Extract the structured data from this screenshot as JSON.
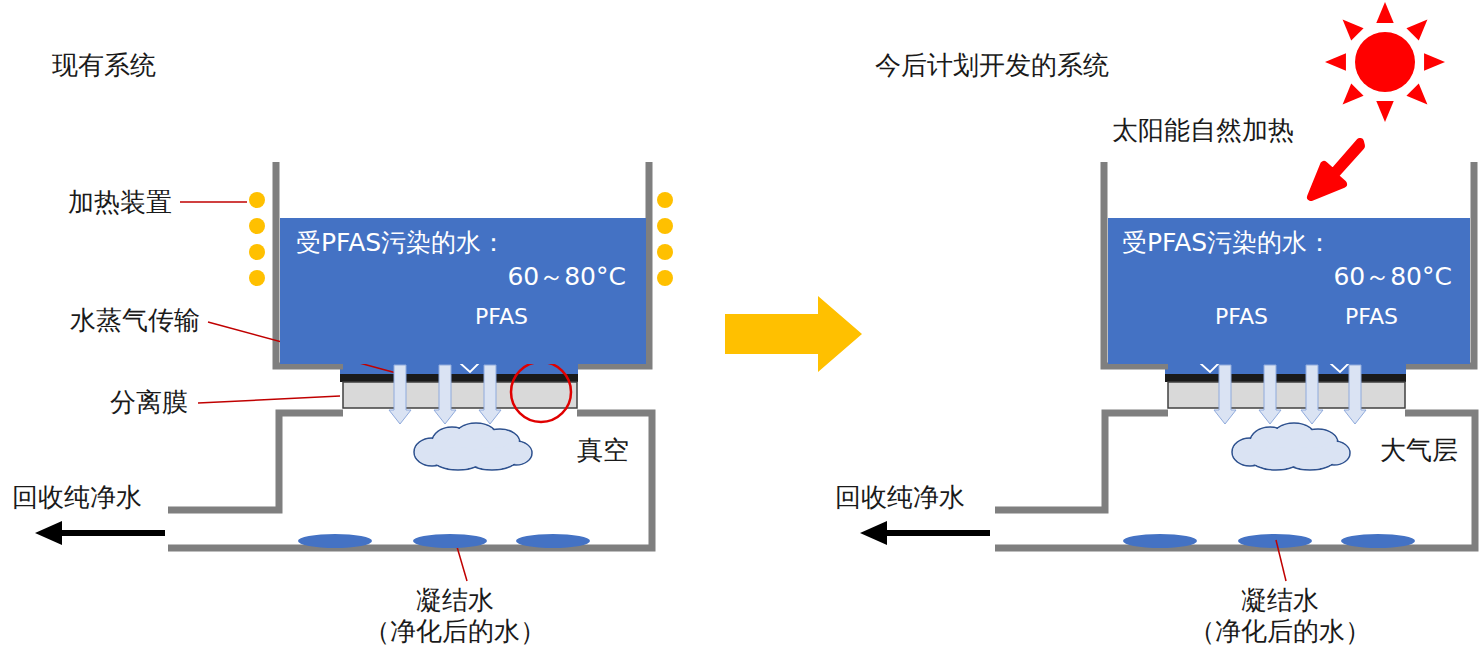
{
  "diagram": {
    "nodes": [
      {
        "text": [
          "受PFAS污染的水：",
          "60～80°C",
          "PFAS"
        ]
      },
      {
        "text": [
          "受PFAS污染的水：",
          "60～80°C",
          "PFAS",
          "PFAS"
        ]
      }
    ],
    "labels": [
      "现有系统",
      "加热装置",
      "水蒸气传输",
      "分离膜",
      "真空",
      "回收纯净水",
      "凝结水 （净化后的水）",
      "今后计划开发的系统",
      "太阳能自然加热",
      "大气层",
      "回收纯净水",
      "凝结水 （净化后的水）"
    ]
  }
}
